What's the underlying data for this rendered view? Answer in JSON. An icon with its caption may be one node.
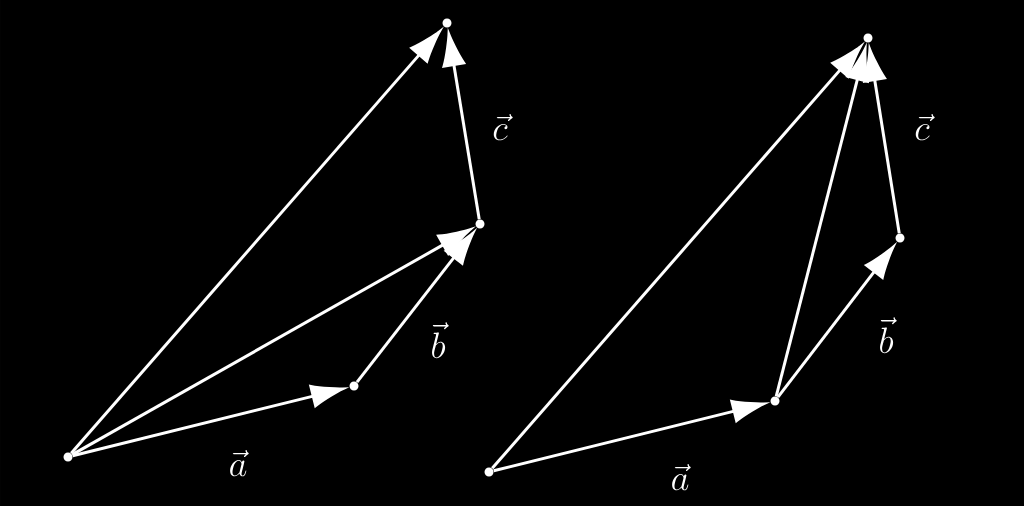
{
  "diagram": {
    "nodes": [
      {
        "text": [],
        "shape": "circle"
      },
      {
        "text": [],
        "shape": "circle"
      },
      {
        "text": [],
        "shape": "circle"
      },
      {
        "text": [],
        "shape": "circle"
      },
      {
        "text": [],
        "shape": "circle"
      },
      {
        "text": [],
        "shape": "circle"
      },
      {
        "text": [],
        "shape": "circle"
      },
      {
        "text": [],
        "shape": "circle"
      }
    ],
    "edges": [
      {
        "from": 0,
        "to": 1,
        "arrow": "to"
      },
      {
        "from": 1,
        "to": 2,
        "arrow": "to"
      },
      {
        "from": 2,
        "to": 3,
        "arrow": "to"
      },
      {
        "from": 0,
        "to": 2,
        "arrow": "to"
      },
      {
        "from": 0,
        "to": 3,
        "arrow": "to"
      },
      {
        "from": 4,
        "to": 5,
        "arrow": "to"
      },
      {
        "from": 5,
        "to": 6,
        "arrow": "to"
      },
      {
        "from": 6,
        "to": 7,
        "arrow": "to"
      },
      {
        "from": 5,
        "to": 7,
        "arrow": "to"
      },
      {
        "from": 4,
        "to": 7,
        "arrow": "to"
      }
    ],
    "labels": [
      "\\vec{c}",
      "\\vec{b}",
      "\\vec{a}",
      "\\vec{c}",
      "\\vec{b}",
      "\\vec{a}"
    ]
  }
}
